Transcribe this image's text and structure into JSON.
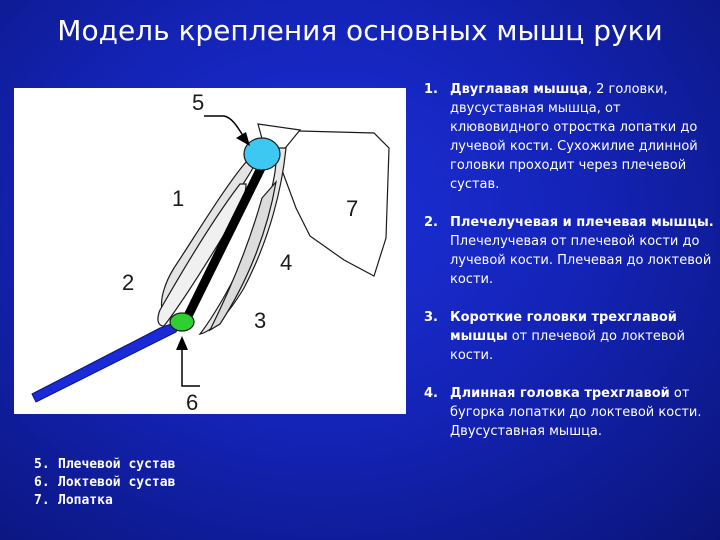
{
  "slide": {
    "title": "Модель крепления основных мышц руки"
  },
  "diagram": {
    "labels": {
      "l1": "1",
      "l2": "2",
      "l3": "3",
      "l4": "4",
      "l5": "5",
      "l6": "6",
      "l7": "7"
    },
    "colors": {
      "bone": "#000000",
      "forearm": "#1a2ad8",
      "shoulder_joint": "#3cc8f0",
      "elbow_joint": "#2ed030",
      "muscle": "#e0e0e0"
    }
  },
  "legend": {
    "items": [
      {
        "num": "5.",
        "text": "Плечевой сустав"
      },
      {
        "num": "6.",
        "text": "Локтевой сустав"
      },
      {
        "num": "7.",
        "text": "Лопатка"
      }
    ]
  },
  "descriptions": [
    {
      "num": "1.",
      "bold": "Двуглавая мышца",
      "rest": ", 2 головки, двусуставная мышца, от клювовидного отростка лопатки до лучевой кости. Сухожилие длинной головки проходит через плечевой сустав."
    },
    {
      "num": "2.",
      "bold": "Плечелучевая и плечевая мышцы.",
      "rest": " Плечелучевая от плечевой кости до лучевой кости. Плечевая до локтевой кости."
    },
    {
      "num": "3.",
      "bold": "Короткие головки трехглавой мышцы",
      "rest": " от плечевой до локтевой кости."
    },
    {
      "num": "4.",
      "bold": "Длинная головка трехглавой",
      "rest": " от бугорка лопатки до локтевой кости. Двусуставная мышца."
    }
  ]
}
